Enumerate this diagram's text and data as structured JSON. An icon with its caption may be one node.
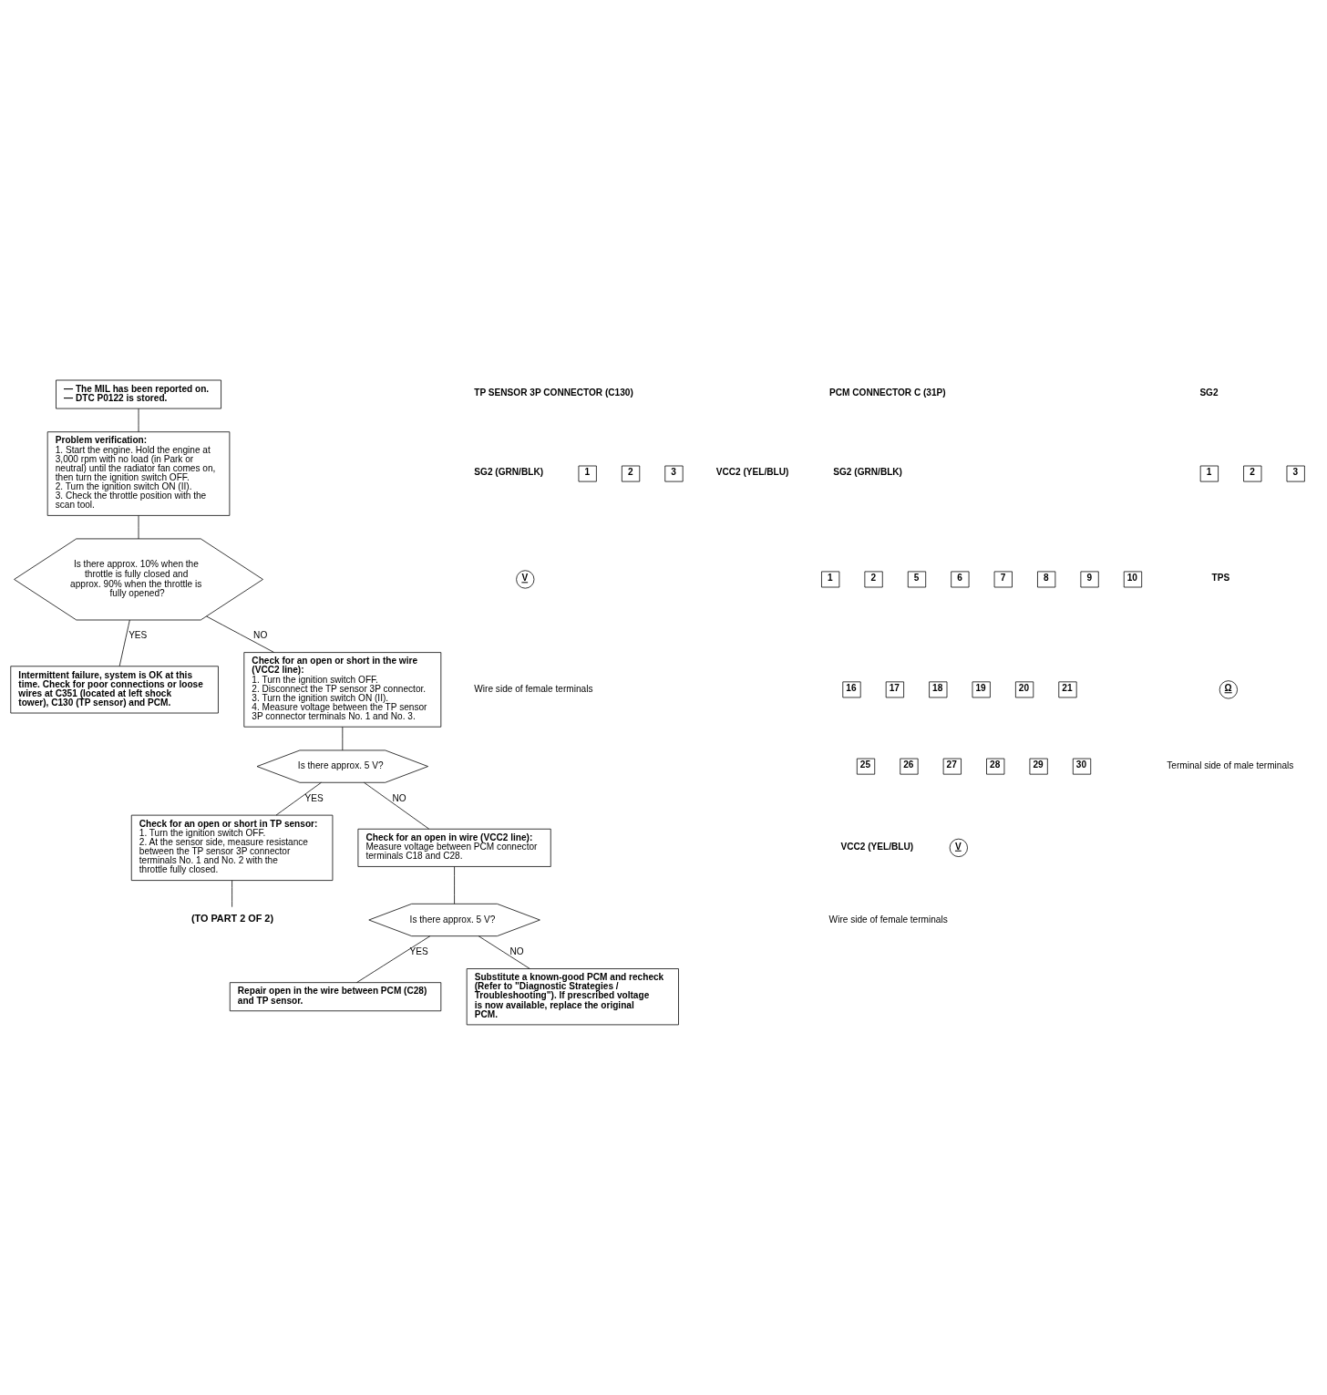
{
  "diagram": {
    "nodes": [
      {
        "text": [
          "— The MIL has been reported on.",
          "— DTC P0122 is stored."
        ]
      },
      {
        "text": [
          "Problem verification:",
          "1. Start the engine. Hold the engine at 3,000 rpm with no load (in Park or neutral) until the radiator fan comes on, then turn the ignition switch OFF.",
          "2. Turn the ignition switch ON (II).",
          "3. Check the throttle position with the scan tool."
        ]
      },
      {
        "text": [
          "Is there approx. 10% when the throttle is fully closed and approx. 90% when the throttle is fully opened?"
        ]
      },
      {
        "text": [
          "Intermittent failure, system is OK at this time. Check for poor connections or loose wires at C351 (located at left shock tower), C130 (TP sensor) and PCM."
        ]
      },
      {
        "text": [
          "Check for an open or short in the wire (VCC2 line):",
          "1. Turn the ignition switch OFF.",
          "2. Disconnect the TP sensor 3P connector.",
          "3. Turn the ignition switch ON (II).",
          "4. Measure voltage between the TP sensor 3P connector terminals No. 1 and No. 3."
        ]
      },
      {
        "text": [
          "Is there approx. 5 V?"
        ]
      },
      {
        "text": [
          "Check for an open or short in TP sensor:",
          "1. Turn the ignition switch OFF.",
          "2. At the sensor side, measure resistance between the TP sensor 3P connector terminals No. 1 and No. 2 with the throttle fully closed."
        ]
      },
      {
        "text": [
          "(TO PART 2 OF 2)"
        ]
      },
      {
        "text": [
          "Check for an open in wire (VCC2 line):",
          "Measure voltage between PCM connector terminals C18 and C28."
        ]
      },
      {
        "text": [
          "Is there approx. 5 V?"
        ]
      },
      {
        "text": [
          "Repair open in the wire between PCM (C28) and TP sensor."
        ]
      },
      {
        "text": [
          "Substitute a known-good PCM and recheck (Refer to \"Diagnostic Strategies / Troubleshooting\"). If prescribed voltage is now available, replace the original PCM."
        ]
      }
    ],
    "edges": [
      {
        "from": 0,
        "to": 1,
        "arrow": "none"
      },
      {
        "from": 1,
        "to": 2,
        "arrow": "none"
      },
      {
        "from": 2,
        "to": 3,
        "arrow": "none",
        "label": "YES"
      },
      {
        "from": 2,
        "to": 4,
        "arrow": "none",
        "label": "NO"
      },
      {
        "from": 4,
        "to": 5,
        "arrow": "none"
      },
      {
        "from": 5,
        "to": 8,
        "arrow": "none",
        "label": "NO"
      },
      {
        "from": 5,
        "to": 6,
        "arrow": "none",
        "label": "YES"
      },
      {
        "from": 6,
        "to": 7,
        "arrow": "none"
      },
      {
        "from": 8,
        "to": 9,
        "arrow": "none"
      },
      {
        "from": 9,
        "to": 10,
        "arrow": "none",
        "label": "YES"
      },
      {
        "from": 9,
        "to": 11,
        "arrow": "none",
        "label": "NO"
      }
    ],
    "labels": [
      "TP SENSOR 3P CONNECTOR (C130)",
      "SG2 (GRN/BLK)",
      "1",
      "2",
      "3",
      "VCC2 (YEL/BLU)",
      "V",
      "Wire side of female terminals",
      "PCM CONNECTOR C (31P)",
      "SG2 (GRN/BLK)",
      "1",
      "2",
      "5",
      "6",
      "7",
      "8",
      "9",
      "10",
      "16",
      "17",
      "18",
      "19",
      "20",
      "21",
      "25",
      "26",
      "27",
      "28",
      "29",
      "30",
      "VCC2 (YEL/BLU)",
      "V",
      "Wire side of female terminals",
      "SG2",
      "1",
      "2",
      "3",
      "TPS",
      "Ω",
      "Terminal side of male terminals"
    ]
  }
}
